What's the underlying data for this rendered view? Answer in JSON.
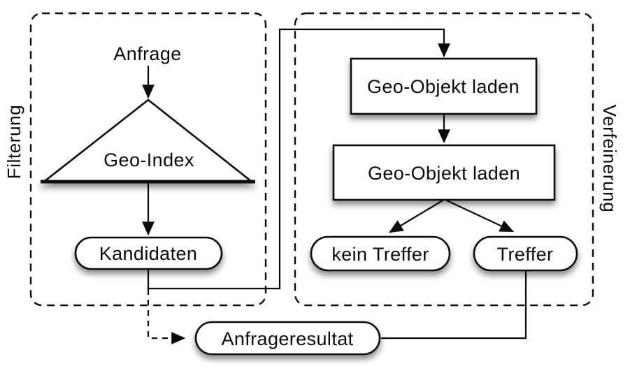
{
  "diagram": {
    "title": "Geo query processing flow (Filter and Refinement steps)",
    "colors": {
      "background": "#ffffff",
      "line": "#0a0a0a",
      "shape_fill": "#ffffff",
      "shadow": "rgba(0,0,0,0.45)"
    },
    "regions": {
      "filterung": {
        "label": "Filterung",
        "border_style": "dashed"
      },
      "verfeinerung": {
        "label": "Verfeinerung",
        "border_style": "dashed"
      }
    },
    "nodes": {
      "anfrage": {
        "label": "Anfrage",
        "shape": "plain-text",
        "region": "filterung"
      },
      "geo_index": {
        "label": "Geo-Index",
        "shape": "triangle",
        "region": "filterung"
      },
      "kandidaten": {
        "label": "Kandidaten",
        "shape": "pill",
        "region": "filterung"
      },
      "geo_objekt_laden_1": {
        "label": "Geo-Objekt laden",
        "shape": "rect",
        "region": "verfeinerung"
      },
      "geo_objekt_laden_2": {
        "label": "Geo-Objekt laden",
        "shape": "rect",
        "region": "verfeinerung"
      },
      "kein_treffer": {
        "label": "kein Treffer",
        "shape": "pill",
        "region": "verfeinerung"
      },
      "treffer": {
        "label": "Treffer",
        "shape": "pill",
        "region": "verfeinerung"
      },
      "anfrageresultat": {
        "label": "Anfrageresultat",
        "shape": "pill",
        "region": "none"
      }
    },
    "edges": [
      {
        "from": "anfrage",
        "to": "geo_index",
        "style": "solid",
        "arrowhead": true
      },
      {
        "from": "geo_index",
        "to": "kandidaten",
        "style": "solid",
        "arrowhead": true
      },
      {
        "from": "kandidaten",
        "to": "geo_objekt_laden_1",
        "style": "solid",
        "arrowhead": true
      },
      {
        "from": "geo_objekt_laden_1",
        "to": "geo_objekt_laden_2",
        "style": "solid",
        "arrowhead": true
      },
      {
        "from": "geo_objekt_laden_2",
        "to": "kein_treffer",
        "style": "solid",
        "arrowhead": true
      },
      {
        "from": "geo_objekt_laden_2",
        "to": "treffer",
        "style": "solid",
        "arrowhead": true
      },
      {
        "from": "kandidaten",
        "to": "anfrageresultat",
        "style": "dashed",
        "arrowhead": true
      },
      {
        "from": "treffer",
        "to": "anfrageresultat",
        "style": "solid",
        "arrowhead": false
      }
    ]
  }
}
